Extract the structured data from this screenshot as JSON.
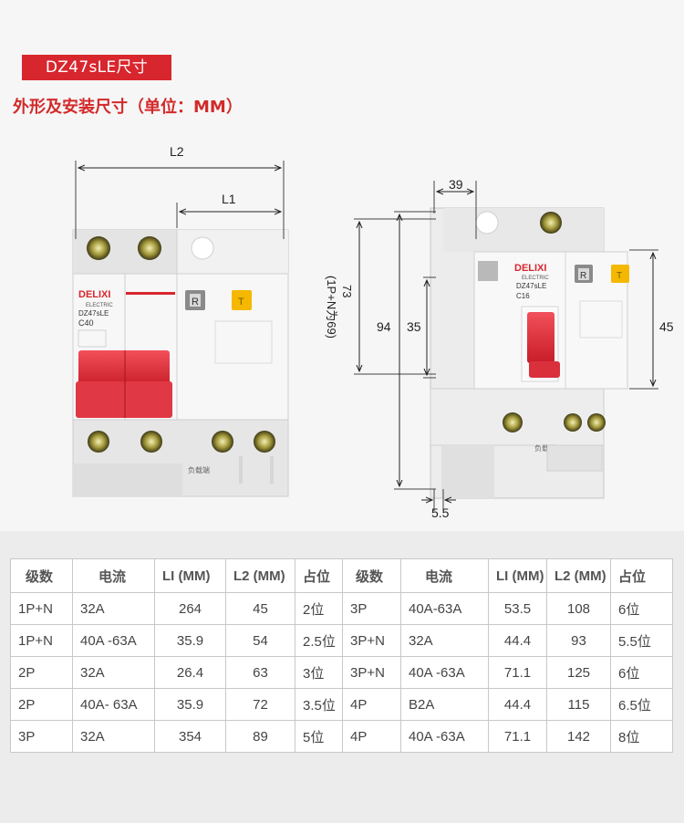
{
  "header": {
    "badge": "DZ47sLE尺寸",
    "subtitle": "外形及安装尺寸（单位：MM）"
  },
  "left_device": {
    "dim_top": "L2",
    "dim_mid": "L1",
    "brand": "DELIXI",
    "brand_sub": "ELECTRIC",
    "model": "DZ47sLE",
    "rating": "C40",
    "button_r": "R",
    "button_t": "T",
    "load_side": "负载端"
  },
  "right_device": {
    "dim_width": "39",
    "dim_height_total": "94",
    "dim_height_rail": "35",
    "dim_height_body": "73",
    "dim_height_note": "(1P+N为69)",
    "dim_right": "45",
    "dim_bottom": "5.5",
    "brand": "DELIXI",
    "brand_sub": "ELECTRIC",
    "model": "DZ47sLE",
    "rating": "C16",
    "button_r": "R",
    "button_t": "T",
    "load_side": "负载端"
  },
  "table": {
    "headers": [
      "级数",
      "电流",
      "LI (MM)",
      "L2 (MM)",
      "占位",
      "级数",
      "电流",
      "LI (MM)",
      "L2 (MM)",
      "占位"
    ],
    "rows": [
      [
        "1P+N",
        "32A",
        "264",
        "45",
        "2位",
        "3P",
        "40A-63A",
        "53.5",
        "108",
        "6位"
      ],
      [
        "1P+N",
        "40A -63A",
        "35.9",
        "54",
        "2.5位",
        "3P+N",
        "32A",
        "44.4",
        "93",
        "5.5位"
      ],
      [
        "2P",
        "32A",
        "26.4",
        "63",
        "3位",
        "3P+N",
        "40A -63A",
        "71.1",
        "125",
        "6位"
      ],
      [
        "2P",
        "40A- 63A",
        "35.9",
        "72",
        "3.5位",
        "4P",
        "B2A",
        "44.4",
        "115",
        "6.5位"
      ],
      [
        "3P",
        "32A",
        "354",
        "89",
        "5位",
        "4P",
        "40A -63A",
        "71.1",
        "142",
        "8位"
      ]
    ]
  },
  "colors": {
    "accent_red": "#d8262e",
    "button_gray": "#8a8a8a",
    "button_yellow": "#f5b800"
  }
}
